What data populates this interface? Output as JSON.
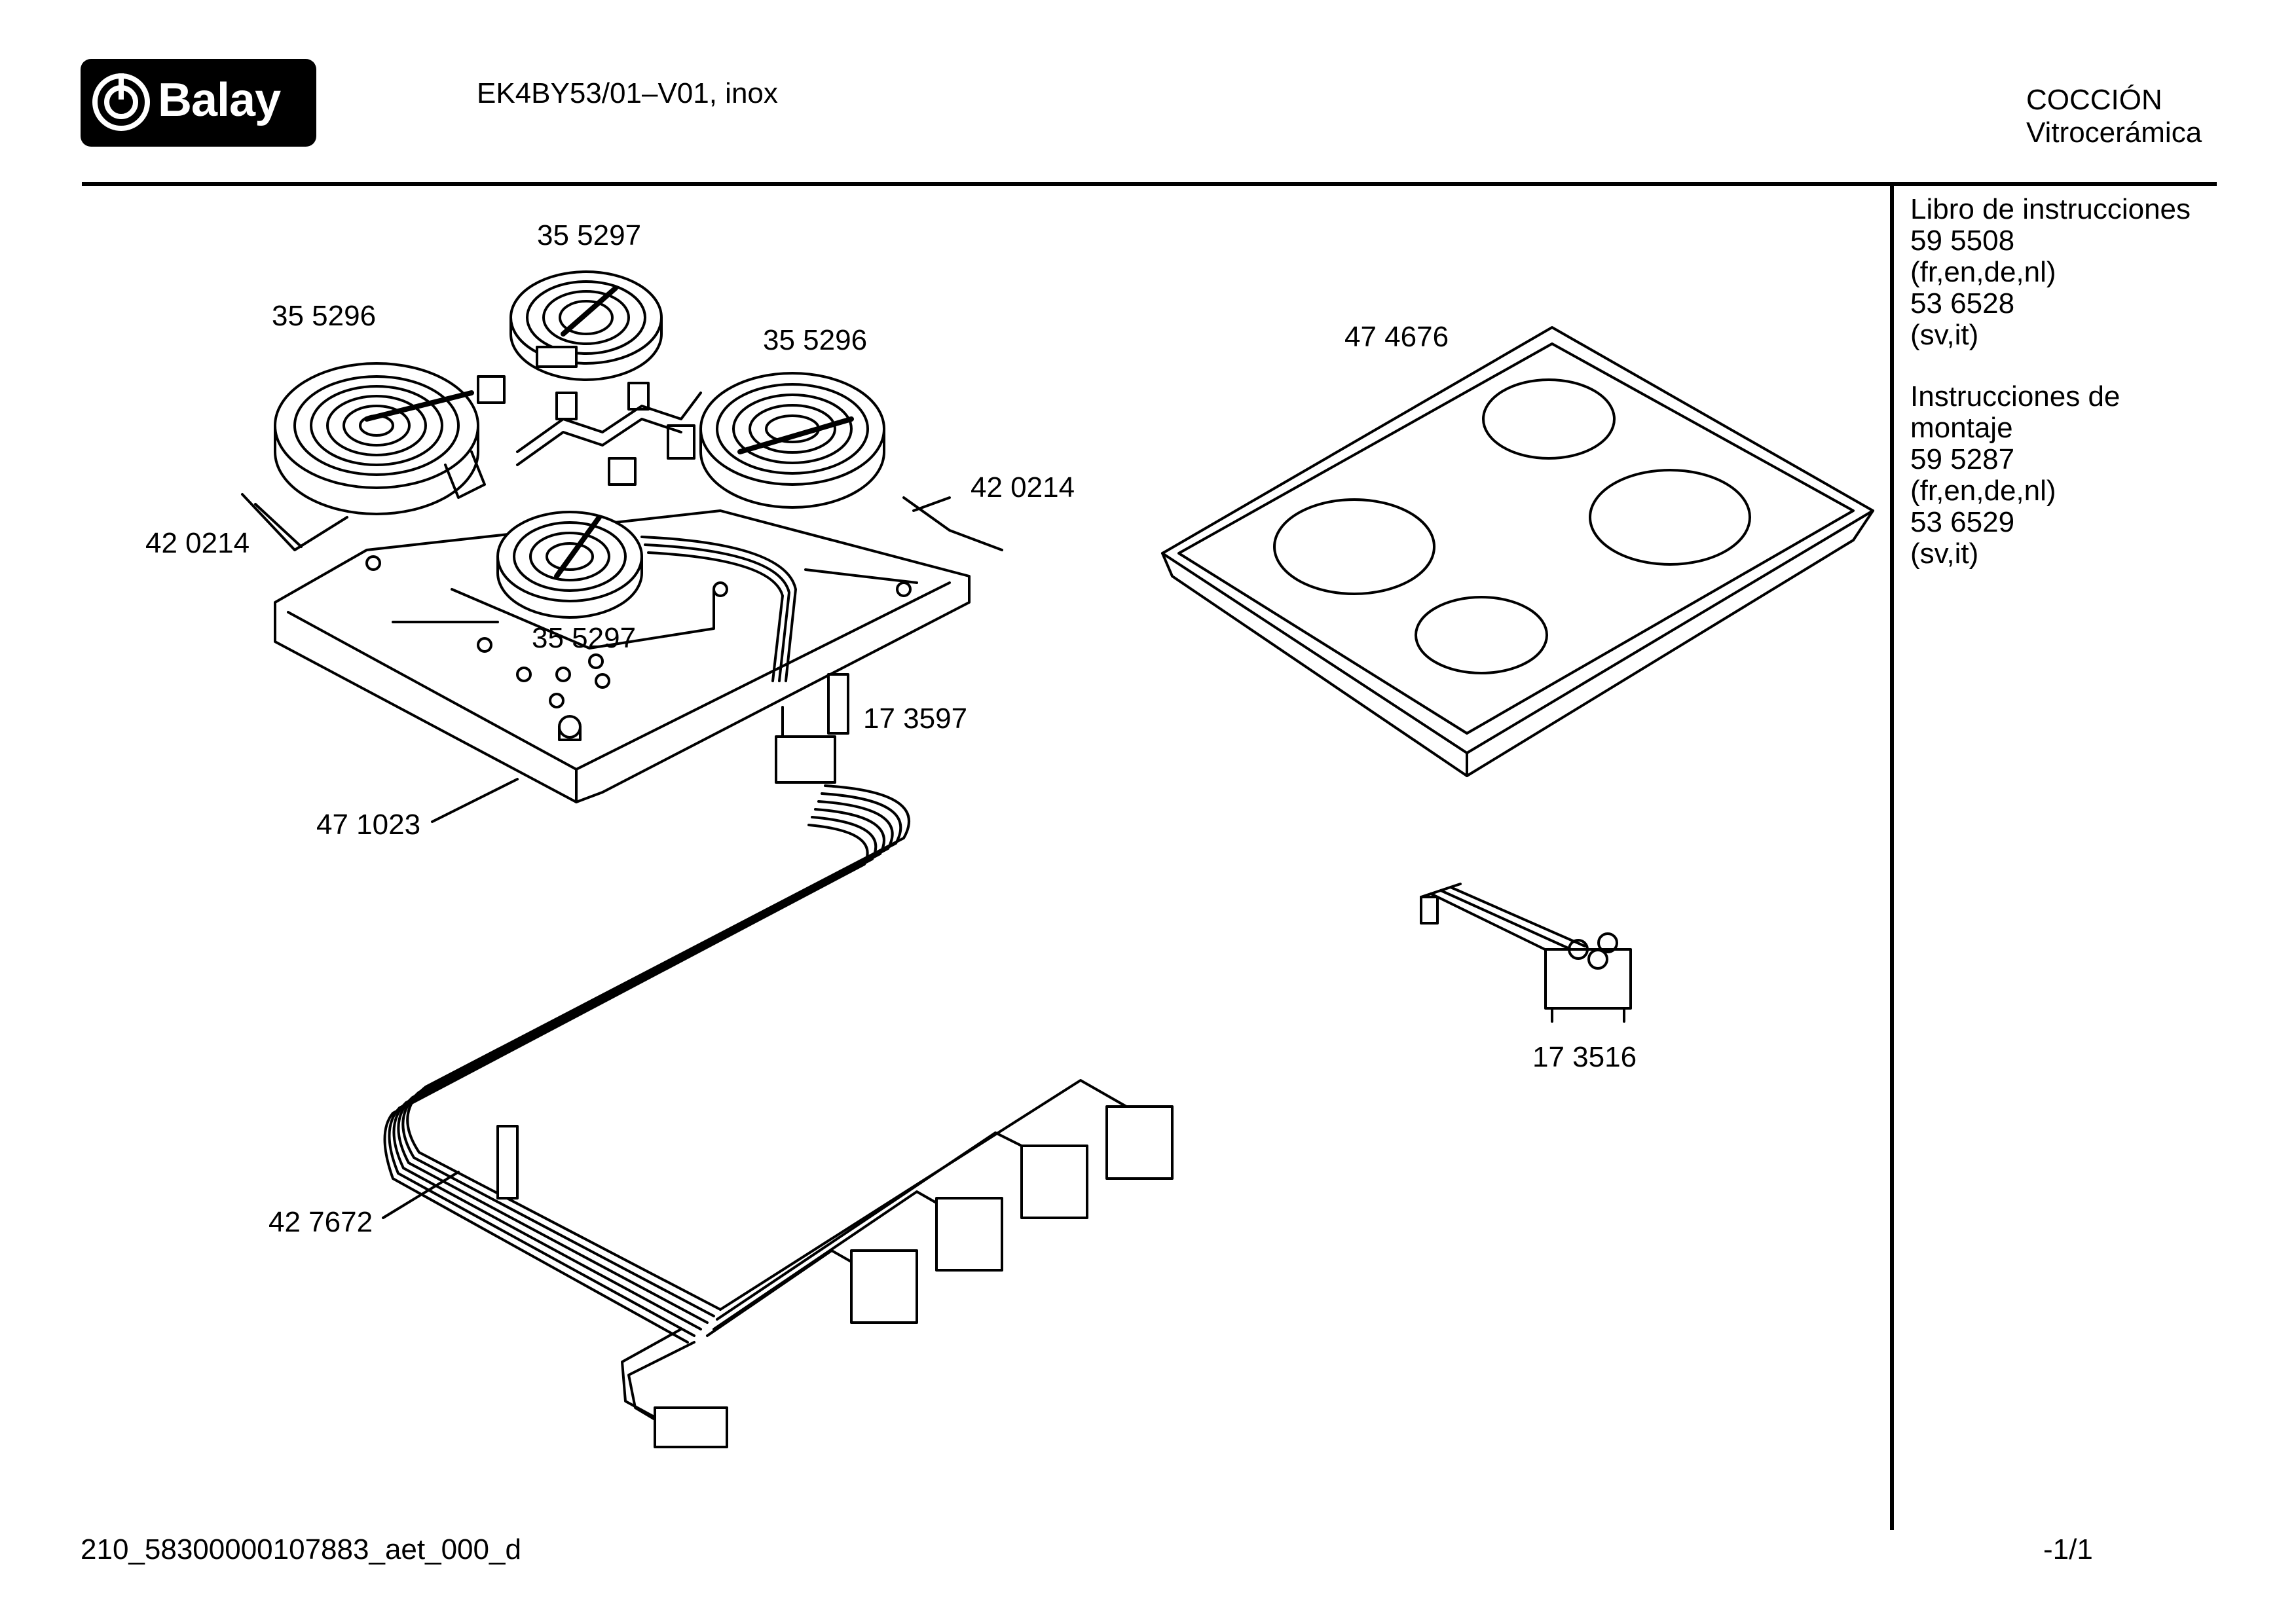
{
  "header": {
    "brand": "Balay",
    "model": "EK4BY53/01–V01, inox",
    "category": "COCCIÓN",
    "subcategory": "Vitrocerámica"
  },
  "part_labels": {
    "burner_small_top": "35 5297",
    "burner_large_left": "35 5296",
    "burner_large_right": "35 5296",
    "burner_small_front": "35 5297",
    "bracket_left": "42 0214",
    "bracket_right": "42 0214",
    "tray": "47 1023",
    "limiter": "17 3597",
    "glass_top": "47 4676",
    "connector": "17 3516",
    "harness": "42 7672"
  },
  "sidebar": {
    "manual_title": "Libro de instrucciones",
    "manual_codes": [
      "59 5508",
      "(fr,en,de,nl)",
      "53 6528",
      "(sv,it)"
    ],
    "mounting_title_1": "Instrucciones de",
    "mounting_title_2": "montaje",
    "mounting_codes": [
      "59 5287",
      "(fr,en,de,nl)",
      "53 6529",
      "(sv,it)"
    ]
  },
  "footer": {
    "doc_id": "210_58300000107883_aet_000_d",
    "page": "-1/1"
  }
}
